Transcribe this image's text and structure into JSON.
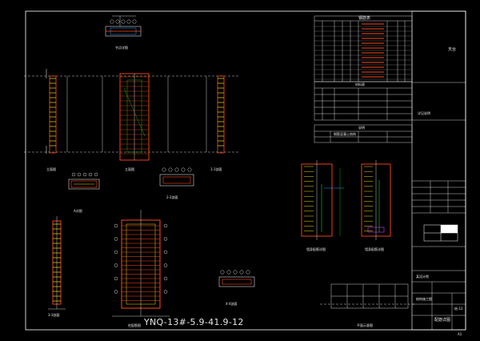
{
  "drawing": {
    "stamp_text": "YNQ-13#-5.9-41.9-12",
    "labels": {
      "section_1_1": "1-1剖面",
      "elevation_left": "立面图",
      "elevation_mid": "立面图",
      "detail_a": "A详图",
      "section_2_2": "2-2剖面",
      "section_3_3": "3-3剖面",
      "column_plan": "柱配筋图",
      "wall_detail_left": "墙身配筋详图",
      "wall_detail_right": "墙身配筋详图",
      "key_plan": "平面示意图",
      "top_detail": "节点详图",
      "section_4_4": "4-4剖面"
    }
  },
  "tables": {
    "main_title": "钢筋表",
    "mid_title": "材料表",
    "lower_title": "说明",
    "note_row": "钢筋混凝土结构",
    "remark": "详见说明"
  },
  "title_block": {
    "company": "某设计院",
    "project": "天台",
    "sheet_name": "结构施工图",
    "drawing_name": "配筋详图",
    "sheet_no": "结-12",
    "corner": "A1"
  },
  "colors": {
    "background": "#000000",
    "line": "#ffffff",
    "rebar": "#ff4a1a",
    "stirrup": "#f0e000",
    "dimension": "#00e000",
    "accent": "#2a9bff",
    "purple": "#c040ff"
  }
}
